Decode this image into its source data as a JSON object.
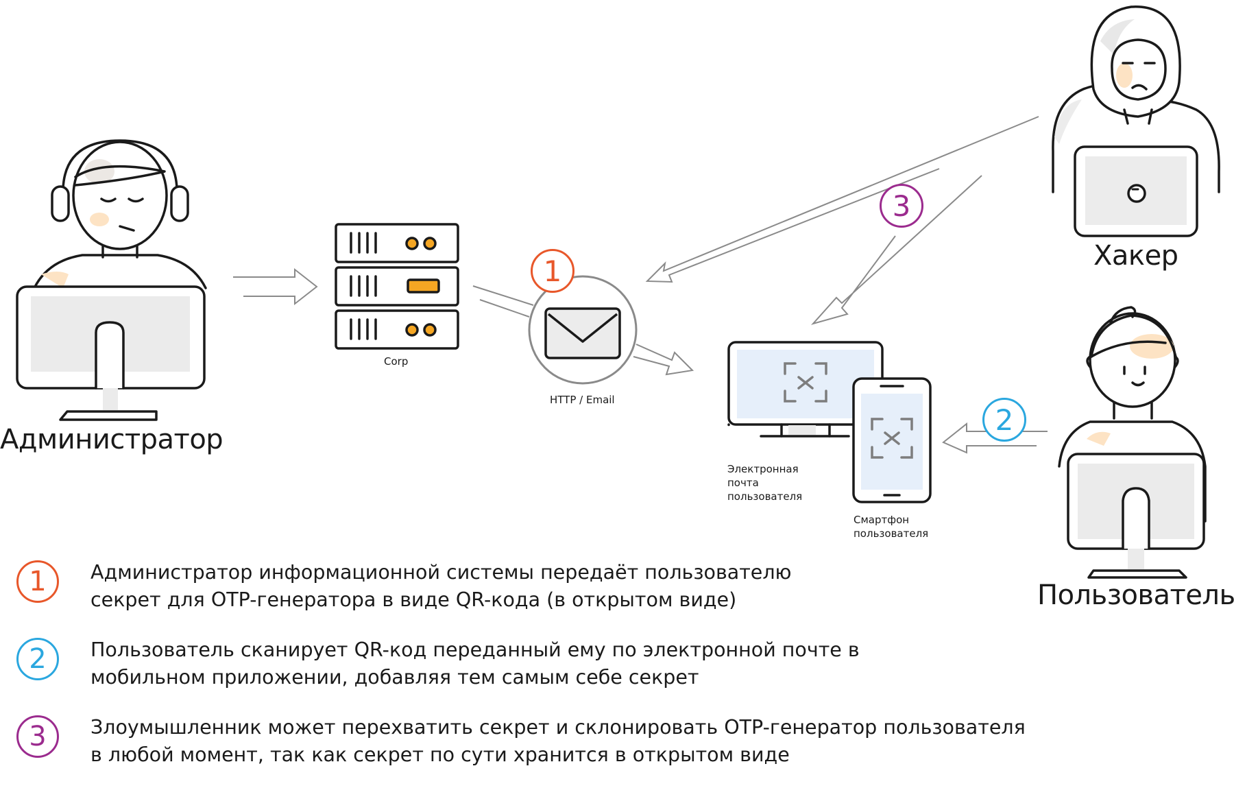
{
  "colors": {
    "step1": "#e8572a",
    "step2": "#2aa7df",
    "step3": "#9b2b8e",
    "line": "#1a1a1a",
    "arrow": "#8a8a8a",
    "screen": "#e6effa",
    "accent": "#f5a623"
  },
  "actors": {
    "admin": "Администратор",
    "hacker": "Хакер",
    "user": "Пользователь"
  },
  "nodes": {
    "server": "Сorp",
    "transport": "HTTP / Email",
    "email_line1": "Электронная",
    "email_line2": "почта",
    "email_line3": "пользователя",
    "phone_line1": "Смартфон",
    "phone_line2": "пользователя"
  },
  "badges": {
    "b1": "1",
    "b2": "2",
    "b3": "3"
  },
  "legend": [
    {
      "num": "1",
      "line1": "Администратор информационной системы передаёт пользователю",
      "line2": "секрет для OTP-генератора в виде QR-кода (в открытом виде)"
    },
    {
      "num": "2",
      "line1": "Пользователь сканирует QR-код переданный ему по электронной почте в",
      "line2": "мобильном приложении, добавляя тем самым себе секрет"
    },
    {
      "num": "3",
      "line1": "Злоумышленник может перехватить секрет и склонировать OTP-генератор пользователя",
      "line2": "в любой момент, так как секрет по сути хранится в открытом виде"
    }
  ]
}
